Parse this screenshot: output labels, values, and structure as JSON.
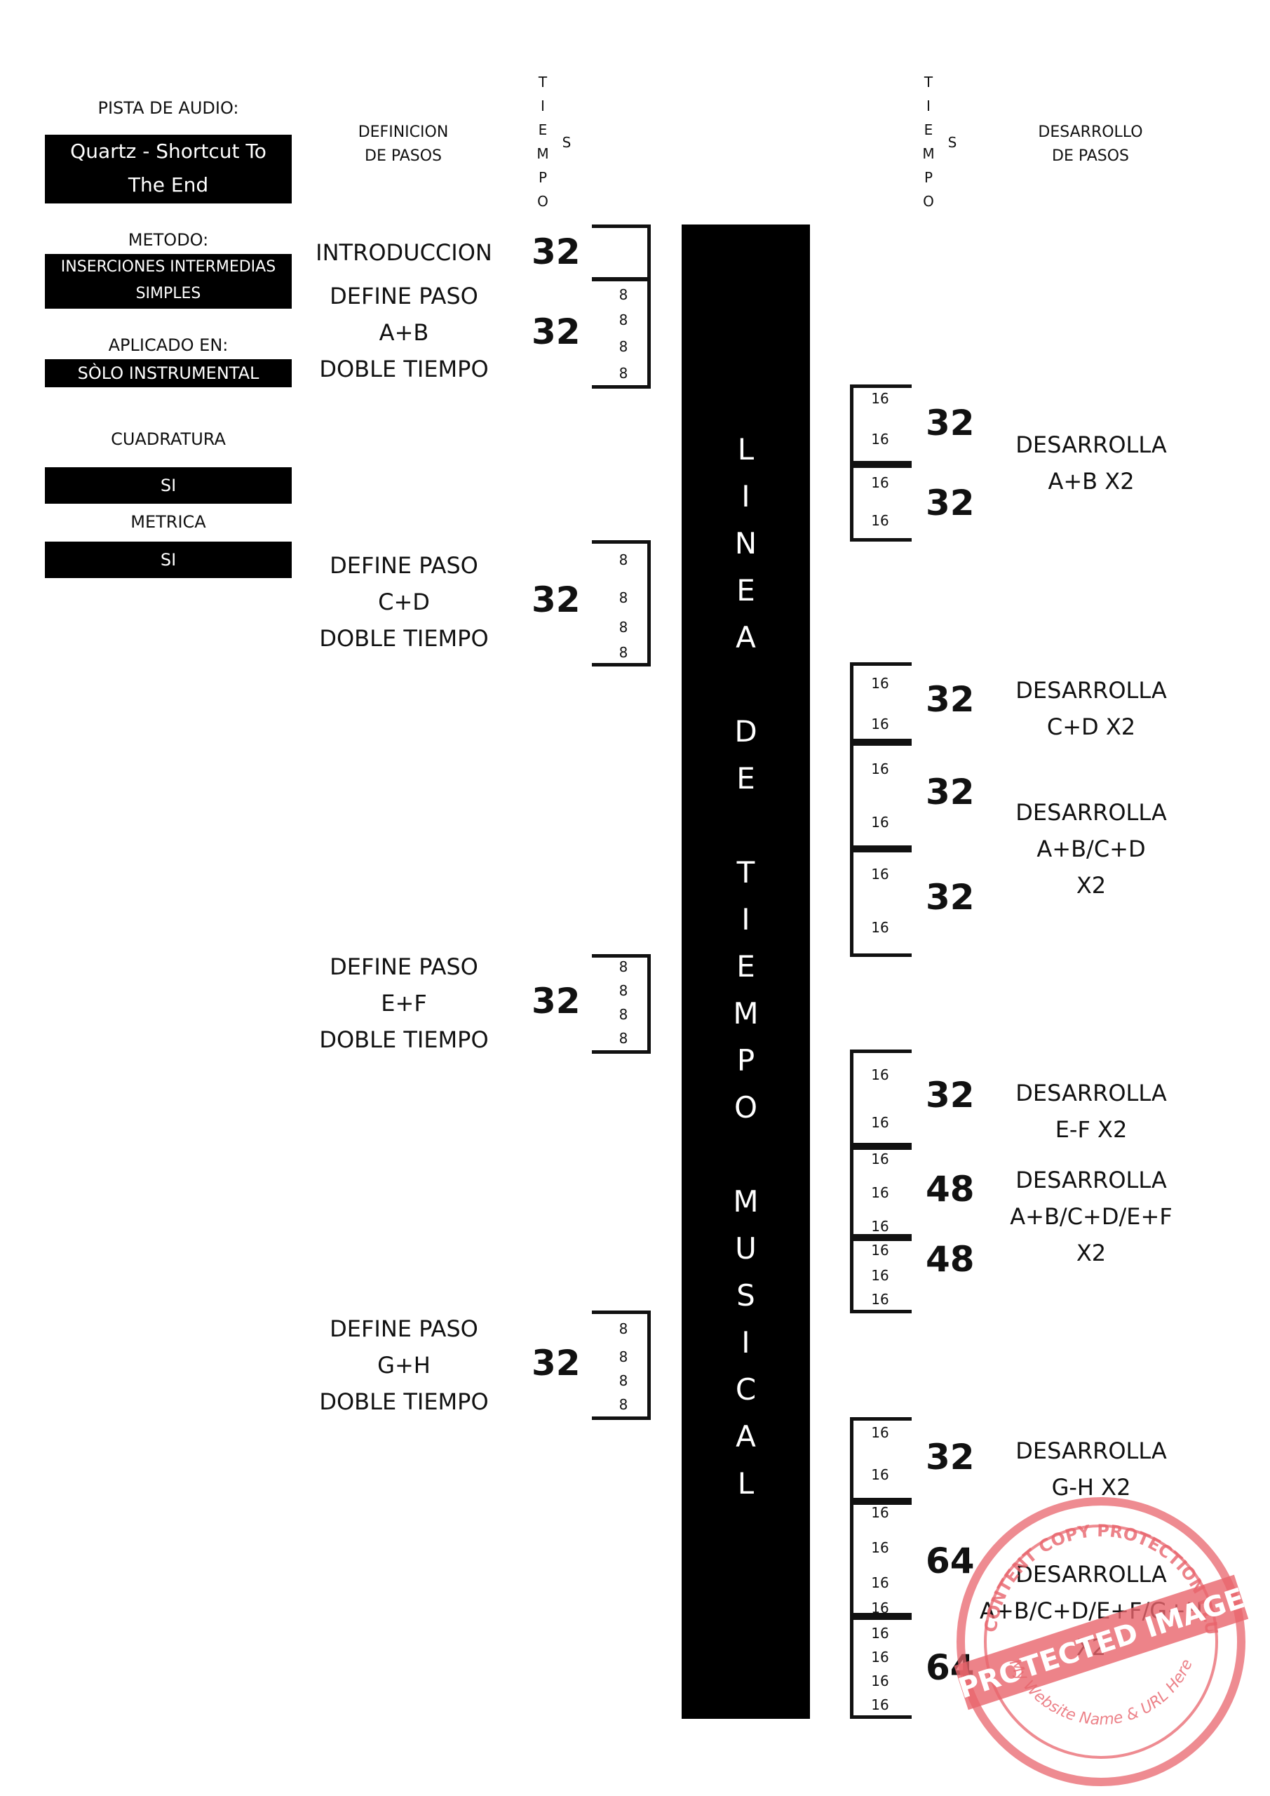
{
  "left_panel": {
    "audio_label": "PISTA DE AUDIO:",
    "audio_track": [
      "Quartz - Shortcut To",
      "The End"
    ],
    "method_label": "METODO:",
    "method_value": [
      "INSERCIONES INTERMEDIAS",
      "SIMPLES"
    ],
    "applied_label": "APLICADO EN:",
    "applied_value": "SÒLO INSTRUMENTAL",
    "quad_label": "CUADRATURA",
    "quad_value": "SI",
    "metric_label": "METRICA",
    "metric_value": "SI"
  },
  "headers": {
    "definition": [
      "DEFINICION",
      "DE PASOS"
    ],
    "development": [
      "DESARROLLO",
      "DE PASOS"
    ],
    "times_letters": [
      "T",
      "I",
      "E",
      "M",
      "P",
      "O"
    ],
    "times_s": "S"
  },
  "timeline_text": [
    "L",
    "I",
    "N",
    "E",
    "A",
    "",
    "D",
    "E",
    "",
    "T",
    "I",
    "E",
    "M",
    "P",
    "O",
    "",
    "M",
    "U",
    "S",
    "I",
    "C",
    "A",
    "L"
  ],
  "left_steps": [
    {
      "lines": [
        "INTRODUCCION"
      ],
      "count": "32",
      "subs": []
    },
    {
      "lines": [
        "DEFINE PASO",
        "A+B",
        "DOBLE TIEMPO"
      ],
      "count": "32",
      "subs": [
        "8",
        "8",
        "8",
        "8"
      ]
    },
    {
      "lines": [
        "DEFINE PASO",
        "C+D",
        "DOBLE TIEMPO"
      ],
      "count": "32",
      "subs": [
        "8",
        "8",
        "8",
        "8"
      ]
    },
    {
      "lines": [
        "DEFINE PASO",
        "E+F",
        "DOBLE TIEMPO"
      ],
      "count": "32",
      "subs": [
        "8",
        "8",
        "8",
        "8"
      ]
    },
    {
      "lines": [
        "DEFINE PASO",
        "G+H",
        "DOBLE TIEMPO"
      ],
      "count": "32",
      "subs": [
        "8",
        "8",
        "8",
        "8"
      ]
    }
  ],
  "right_steps": [
    {
      "lines": [
        "DESARROLLA",
        "A+B X2"
      ],
      "counts": [
        "32",
        "32"
      ],
      "subs": [
        [
          "16",
          "16"
        ],
        [
          "16",
          "16"
        ]
      ]
    },
    {
      "lines": [
        "DESARROLLA",
        "C+D X2"
      ],
      "counts": [
        "32"
      ],
      "subs": [
        [
          "16",
          "16"
        ]
      ]
    },
    {
      "lines": [
        "DESARROLLA",
        "A+B/C+D",
        "X2"
      ],
      "counts": [
        "32",
        "32"
      ],
      "subs": [
        [
          "16",
          "16"
        ],
        [
          "16",
          "16"
        ]
      ]
    },
    {
      "lines": [
        "DESARROLLA",
        "E-F  X2"
      ],
      "counts": [
        "32"
      ],
      "subs": [
        [
          "16",
          "16"
        ]
      ]
    },
    {
      "lines": [
        "DESARROLLA",
        "A+B/C+D/E+F",
        "X2"
      ],
      "counts": [
        "48",
        "48"
      ],
      "subs": [
        [
          "16",
          "16",
          "16"
        ],
        [
          "16",
          "16",
          "16"
        ]
      ]
    },
    {
      "lines": [
        "DESARROLLA",
        "G-H  X2"
      ],
      "counts": [
        "32"
      ],
      "subs": [
        [
          "16",
          "16"
        ]
      ]
    },
    {
      "lines": [
        "DESARROLLA",
        "A+B/C+D/E+F/G+H",
        "X2"
      ],
      "counts": [
        "64",
        "64"
      ],
      "subs": [
        [
          "16",
          "16",
          "16",
          "16"
        ],
        [
          "16",
          "16",
          "16",
          "16"
        ]
      ]
    }
  ],
  "stamp": {
    "top_text": "WP CONTENT COPY PROTECTION PLUGIN",
    "middle_text": "PROTECTED IMAGE",
    "bottom_text": "My Website Name & URL Here",
    "color": "#e8646c"
  }
}
